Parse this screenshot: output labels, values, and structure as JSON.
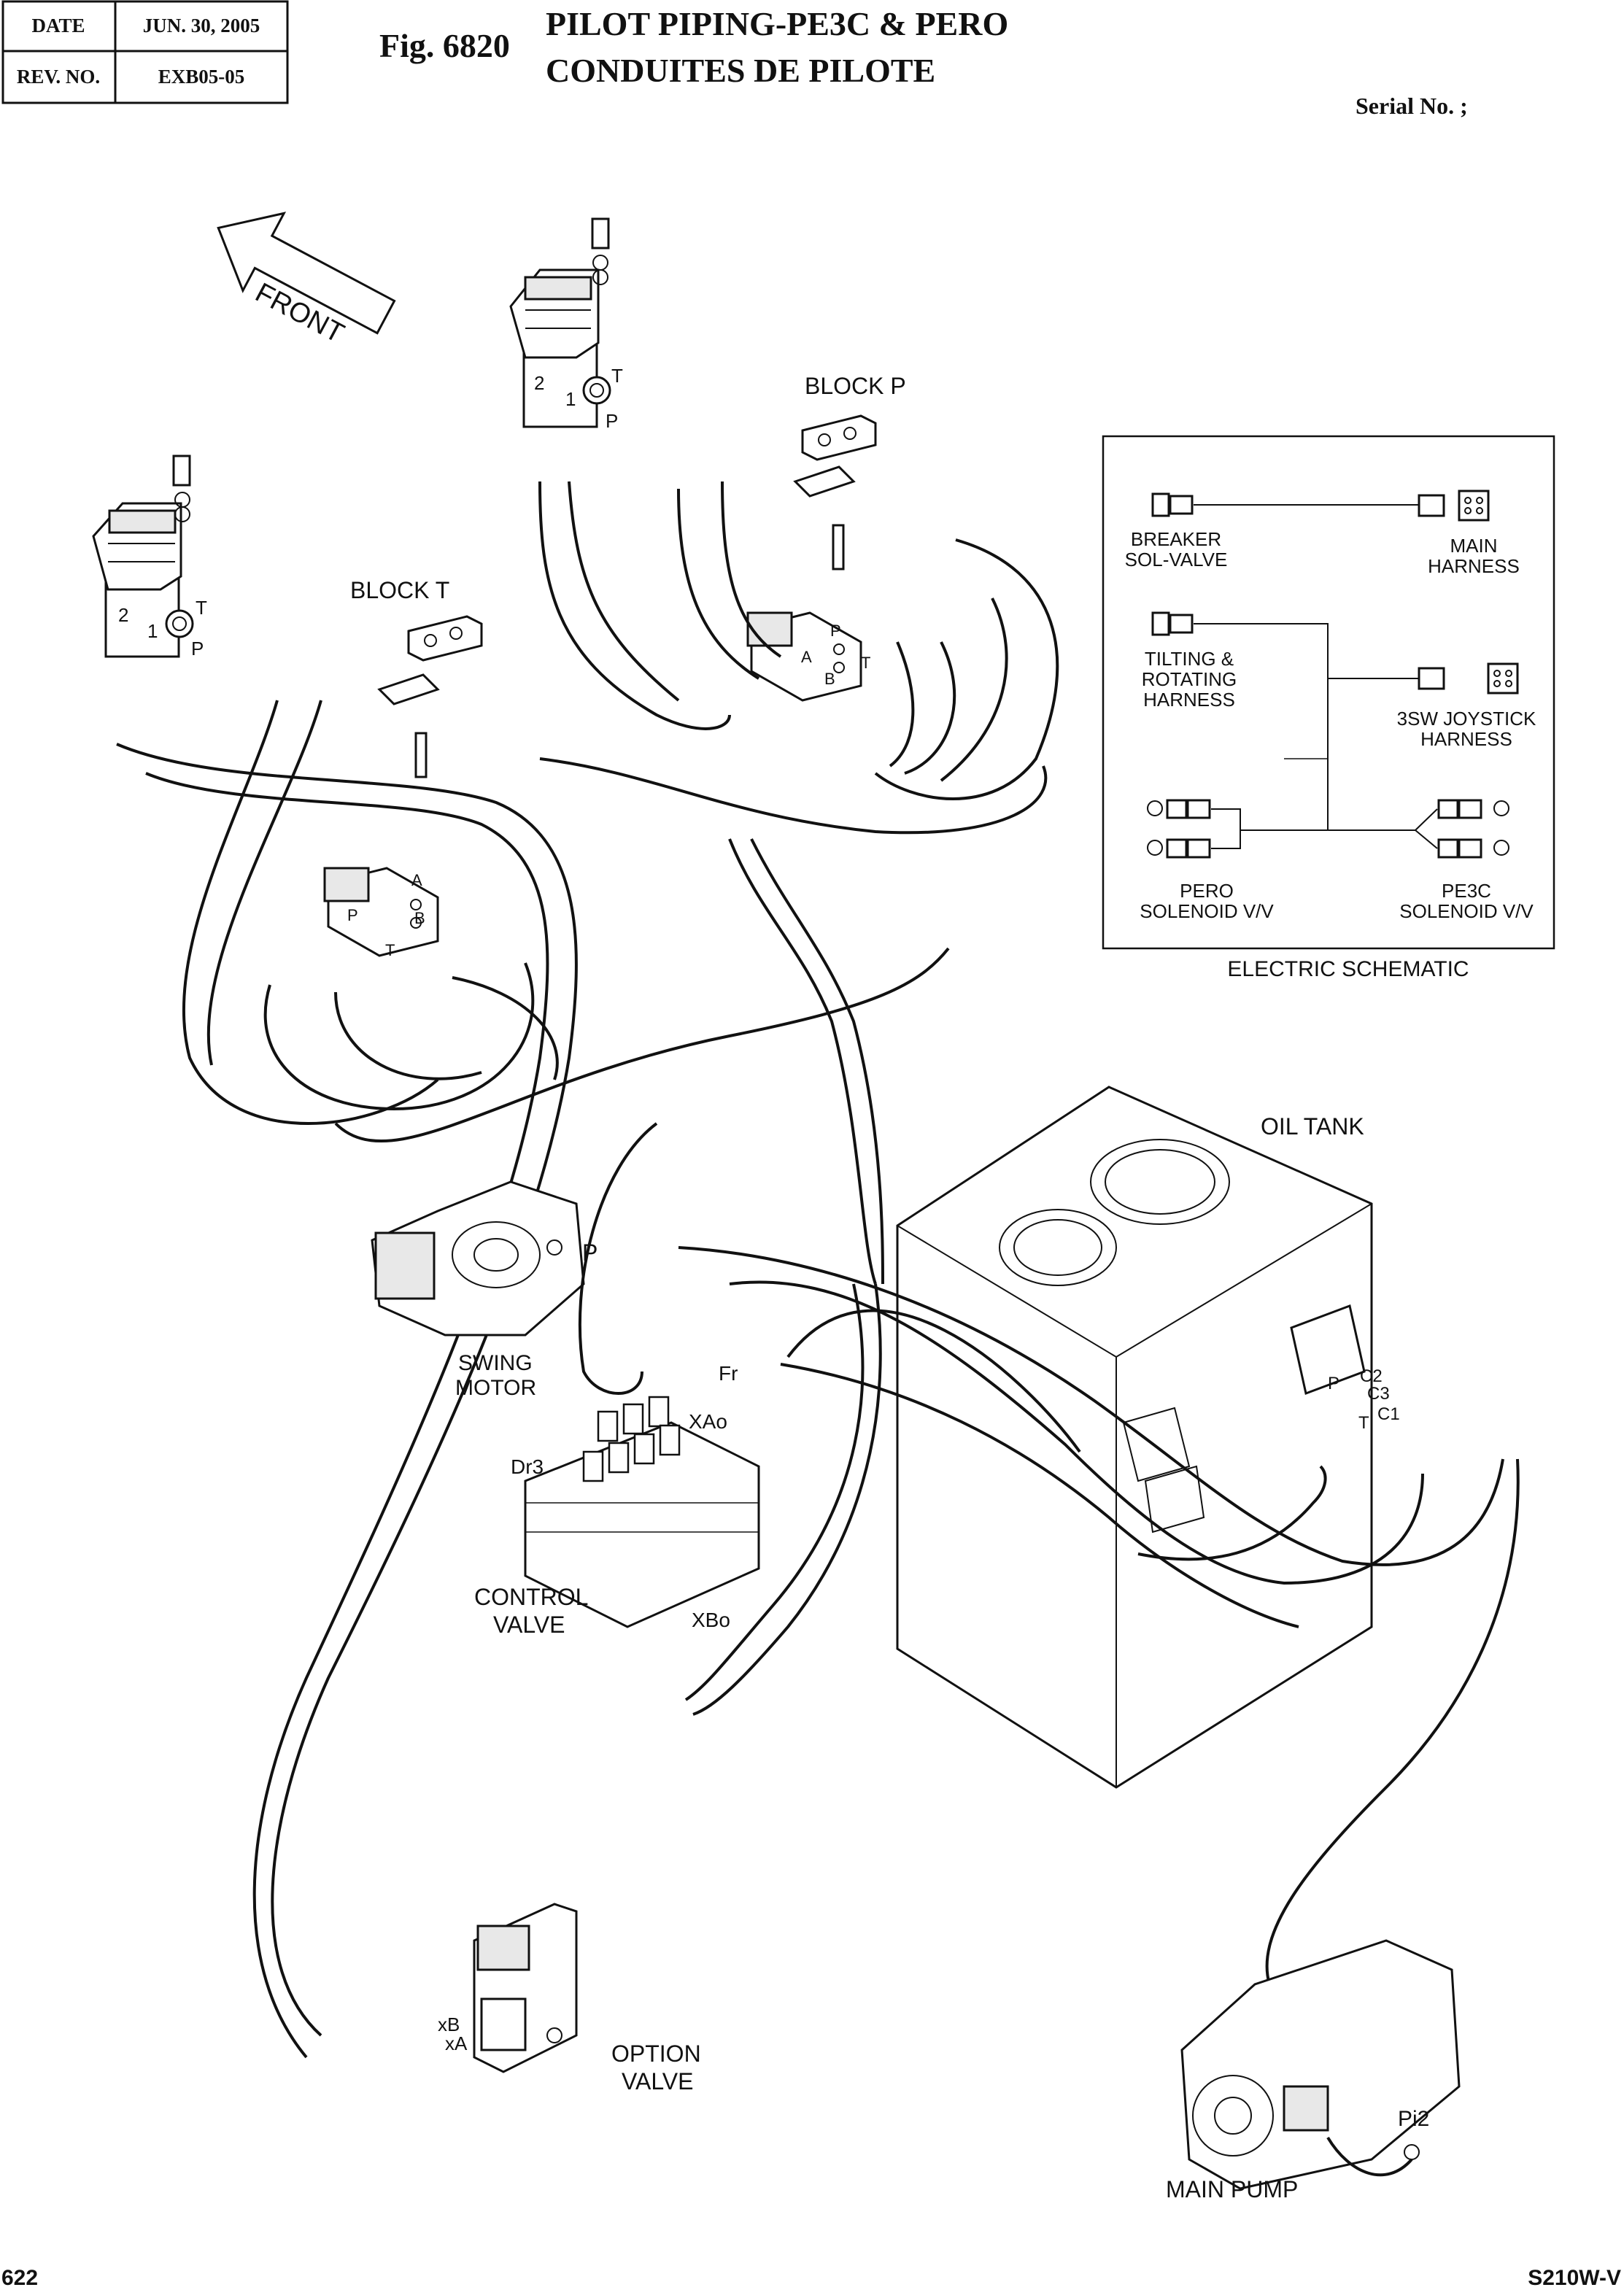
{
  "header": {
    "date_label": "DATE",
    "date_value": "JUN. 30, 2005",
    "rev_label": "REV. NO.",
    "rev_value": "EXB05-05",
    "fig_number": "Fig. 6820",
    "title_en": "PILOT PIPING-PE3C & PERO",
    "title_fr": "CONDUITES DE PILOTE",
    "serial": "Serial No. ;"
  },
  "labels": {
    "front": "FRONT",
    "block_p": "BLOCK P",
    "block_t": "BLOCK T",
    "oil_tank": "OIL TANK",
    "swing_motor_1": "SWING",
    "swing_motor_2": "MOTOR",
    "control_valve_1": "CONTROL",
    "control_valve_2": "VALVE",
    "option_valve_1": "OPTION",
    "option_valve_2": "VALVE",
    "main_pump": "MAIN PUMP",
    "port_p_swing": "P",
    "port_fr": "Fr",
    "port_xao": "XAo",
    "port_dr3": "Dr3",
    "port_xbo": "XBo",
    "port_xb": "xB",
    "port_xa": "xA",
    "port_pi2": "Pi2",
    "port_c2": "C2",
    "port_c3": "C3",
    "port_c1": "C1",
    "port_p_tank": "P",
    "port_t_tank": "T",
    "jl_2": "2",
    "jl_1": "1",
    "jl_t": "T",
    "jl_p": "P",
    "jr_2": "2",
    "jr_1": "1",
    "jr_t": "T",
    "jr_p": "P",
    "sol_a1": "A",
    "sol_b1": "B",
    "sol_p1": "P",
    "sol_t1": "T",
    "sol_a2": "A",
    "sol_b2": "B",
    "sol_p2": "P",
    "sol_t2": "T"
  },
  "schematic": {
    "breaker_1": "BREAKER",
    "breaker_2": "SOL-VALVE",
    "main_harness_1": "MAIN",
    "main_harness_2": "HARNESS",
    "tilting_1": "TILTING &",
    "tilting_2": "ROTATING",
    "tilting_3": "HARNESS",
    "joystick_1": "3SW JOYSTICK",
    "joystick_2": "HARNESS",
    "pero_1": "PERO",
    "pero_2": "SOLENOID V/V",
    "pe3c_1": "PE3C",
    "pe3c_2": "SOLENOID V/V",
    "caption": "ELECTRIC SCHEMATIC"
  },
  "footer": {
    "page_number": "622",
    "model": "S210W-V"
  }
}
